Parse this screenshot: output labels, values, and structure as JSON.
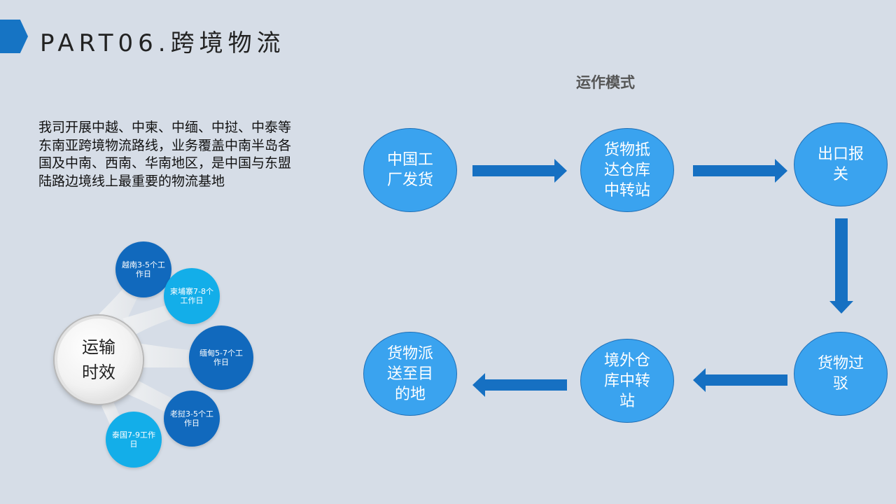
{
  "header": {
    "title": "PART06.跨境物流"
  },
  "intro": {
    "text": "我司开展中越、中柬、中缅、中挝、中泰等东南亚跨境物流路线，业务覆盖中南半岛各国及中南、西南、华南地区，是中国与东盟陆路边境线上最重要的物流基地"
  },
  "hub": {
    "line1": "运输",
    "line2": "时效"
  },
  "spokes": [
    {
      "label": "越南3-5个工作日",
      "color": "#1169bd"
    },
    {
      "label": "柬埔寨7-8个工作日",
      "color": "#13aee9"
    },
    {
      "label": "缅甸5-7个工作日",
      "color": "#1169bd"
    },
    {
      "label": "老挝3-5个工作日",
      "color": "#1169bd"
    },
    {
      "label": "泰国7-9工作日",
      "color": "#13aee9"
    }
  ],
  "flow": {
    "title": "运作模式",
    "steps": [
      {
        "label": "中国工厂发货"
      },
      {
        "label": "货物抵达仓库中转站"
      },
      {
        "label": "出口报关"
      },
      {
        "label": "货物过驳"
      },
      {
        "label": "境外仓库中转站"
      },
      {
        "label": "货物派送至目的地"
      }
    ]
  },
  "colors": {
    "accent": "#1674c4",
    "node_fill": "#3aa3ef",
    "arrow": "#1670c2",
    "background": "#d6dde7"
  }
}
